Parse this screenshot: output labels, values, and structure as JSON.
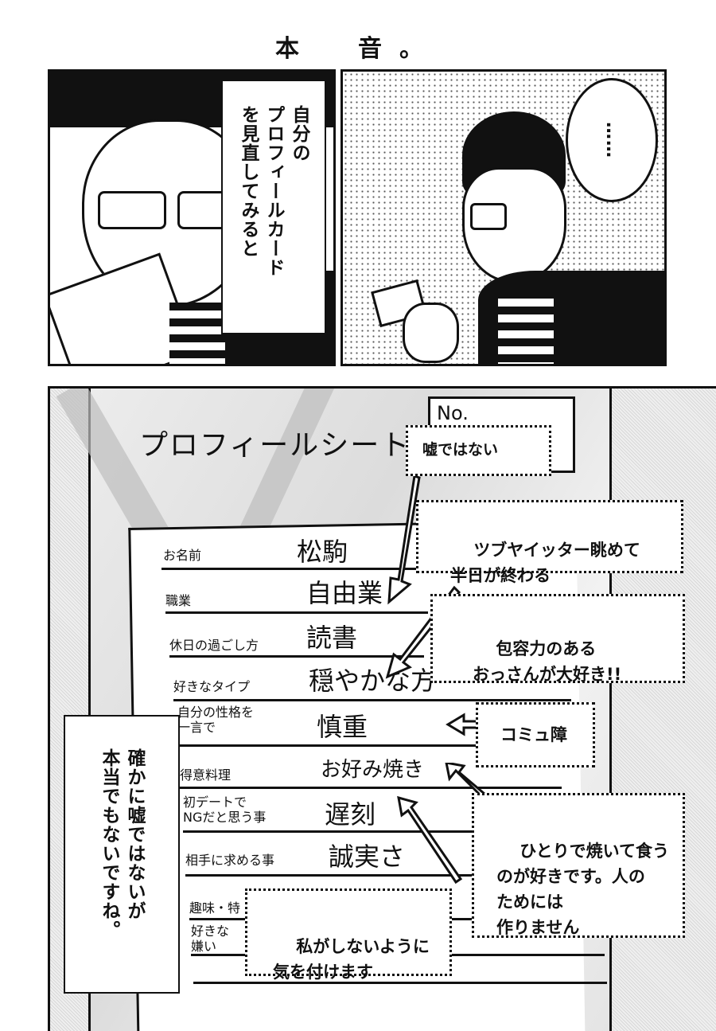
{
  "page": {
    "title": "本　音。"
  },
  "panel1": {
    "narration": "自分の\nプロフィールカード\nを見直してみると"
  },
  "panel2": {
    "speech": "……"
  },
  "panel3": {
    "sheet_title": "プロフィールシート",
    "number_label": "No.",
    "rows": [
      {
        "label": "お名前",
        "value": "松駒"
      },
      {
        "label": "職業",
        "value": "自由業"
      },
      {
        "label": "休日の過ごし方",
        "value": "読書"
      },
      {
        "label": "好きなタイプ",
        "value": "穏やかな方"
      },
      {
        "label": "自分の性格を\n一言で",
        "value": "慎重"
      },
      {
        "label": "得意料理",
        "value": "お好み焼き"
      },
      {
        "label": "初デートで\nNGだと思う事",
        "value": "遅刻"
      },
      {
        "label": "相手に求める事",
        "value": "誠実さ"
      },
      {
        "label": "趣味・特",
        "value": ""
      },
      {
        "label": "好きな\n嫌い",
        "value": ""
      }
    ],
    "annotations": [
      {
        "text": "嘘ではない"
      },
      {
        "text": "ツブヤイッター眺めて\n半日が終わる"
      },
      {
        "text": "包容力のある\nおっさんが大好き!!"
      },
      {
        "text": "コミュ障"
      },
      {
        "text": "ひとりで焼いて食う\nのが好きです。人の\nためには\n作りません"
      },
      {
        "text": "私がしないように\n気を付けます"
      }
    ],
    "narration": "確かに嘘ではないが\n本当でもないですね。"
  }
}
